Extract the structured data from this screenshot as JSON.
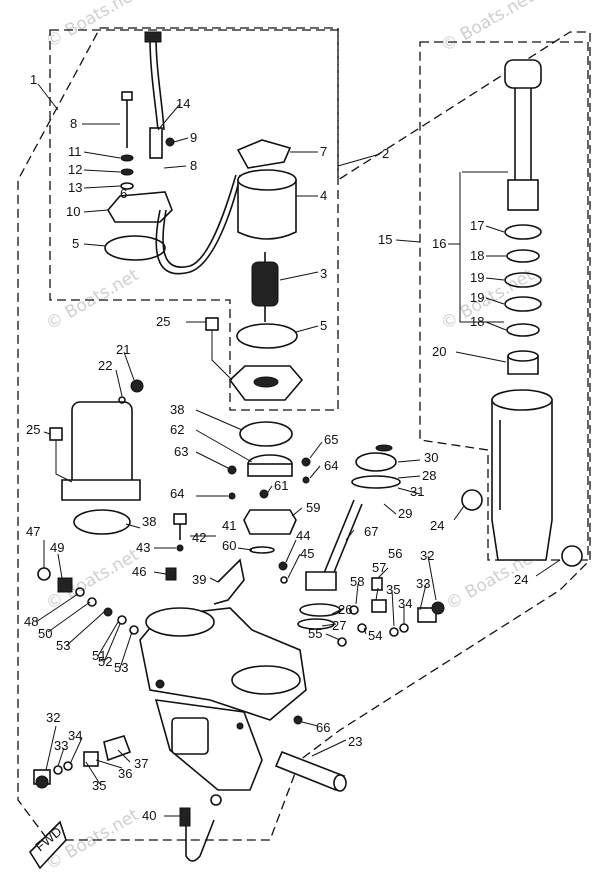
{
  "watermarks": [
    "© Boats.net",
    "© Boats.net",
    "© Boats.net",
    "© Boats.net",
    "© Boats.net",
    "© Boats.net",
    "© Boats.net"
  ],
  "callouts": [
    "1",
    "2",
    "3",
    "4",
    "5",
    "5",
    "6",
    "7",
    "8",
    "8",
    "9",
    "10",
    "11",
    "12",
    "13",
    "14",
    "15",
    "16",
    "17",
    "18",
    "18",
    "19",
    "19",
    "20",
    "21",
    "22",
    "23",
    "24",
    "24",
    "25",
    "25",
    "26",
    "27",
    "28",
    "29",
    "30",
    "31",
    "32",
    "32",
    "33",
    "33",
    "34",
    "34",
    "35",
    "35",
    "36",
    "37",
    "38",
    "38",
    "39",
    "40",
    "41",
    "42",
    "43",
    "44",
    "45",
    "46",
    "47",
    "48",
    "49",
    "50",
    "51",
    "52",
    "53",
    "53",
    "54",
    "55",
    "56",
    "57",
    "58",
    "59",
    "60",
    "61",
    "62",
    "63",
    "64",
    "64",
    "65",
    "66",
    "67"
  ],
  "fwd_mark": "FWD"
}
